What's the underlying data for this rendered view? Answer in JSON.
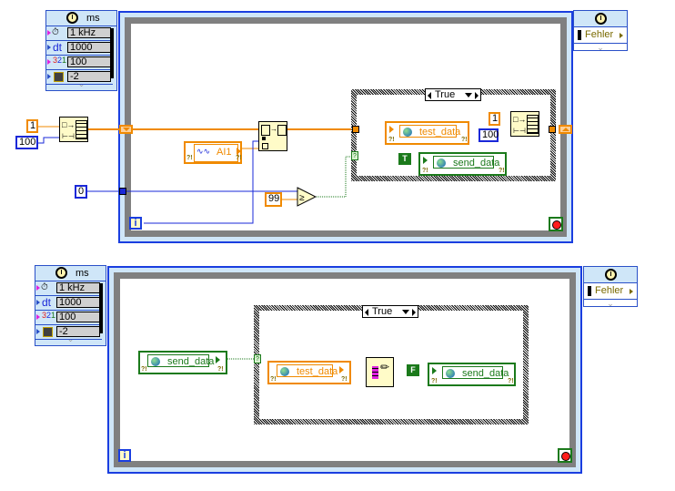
{
  "loop1": {
    "config": {
      "unit": "ms",
      "rows": [
        {
          "icon": "clock-source-icon",
          "value": "1 kHz"
        },
        {
          "icon": "dt-icon",
          "label": "dt",
          "value": "1000"
        },
        {
          "icon": "priority-icon",
          "value": "100"
        },
        {
          "icon": "processor-icon",
          "value": "-2"
        }
      ]
    },
    "output": {
      "label": "Fehler"
    },
    "constants": {
      "init_value": "1",
      "init_size": "100",
      "zero": "0",
      "compare_value": "99",
      "case_init_value": "1",
      "case_init_size": "100",
      "bool_true": "T"
    },
    "analog_input": "AI1",
    "case": {
      "selector": "True"
    },
    "shared_vars": {
      "write_test_data": "test_data",
      "write_send_data": "send_data"
    },
    "iteration_label": "i"
  },
  "loop2": {
    "config": {
      "unit": "ms",
      "rows": [
        {
          "icon": "clock-source-icon",
          "value": "1 kHz"
        },
        {
          "icon": "dt-icon",
          "label": "dt",
          "value": "1000"
        },
        {
          "icon": "priority-icon",
          "value": "100"
        },
        {
          "icon": "processor-icon",
          "value": "-2"
        }
      ]
    },
    "output": {
      "label": "Fehler"
    },
    "case": {
      "selector": "True"
    },
    "shared_vars": {
      "read_send_data": "send_data",
      "read_test_data": "test_data",
      "write_send_data": "send_data"
    },
    "constants": {
      "bool_false": "F"
    },
    "iteration_label": "i"
  },
  "colors": {
    "numeric_wire": "#f08a00",
    "int_wire": "#1a28d8",
    "bool_wire": "#1b7a1b",
    "loop_border": "#1a3ee0"
  }
}
